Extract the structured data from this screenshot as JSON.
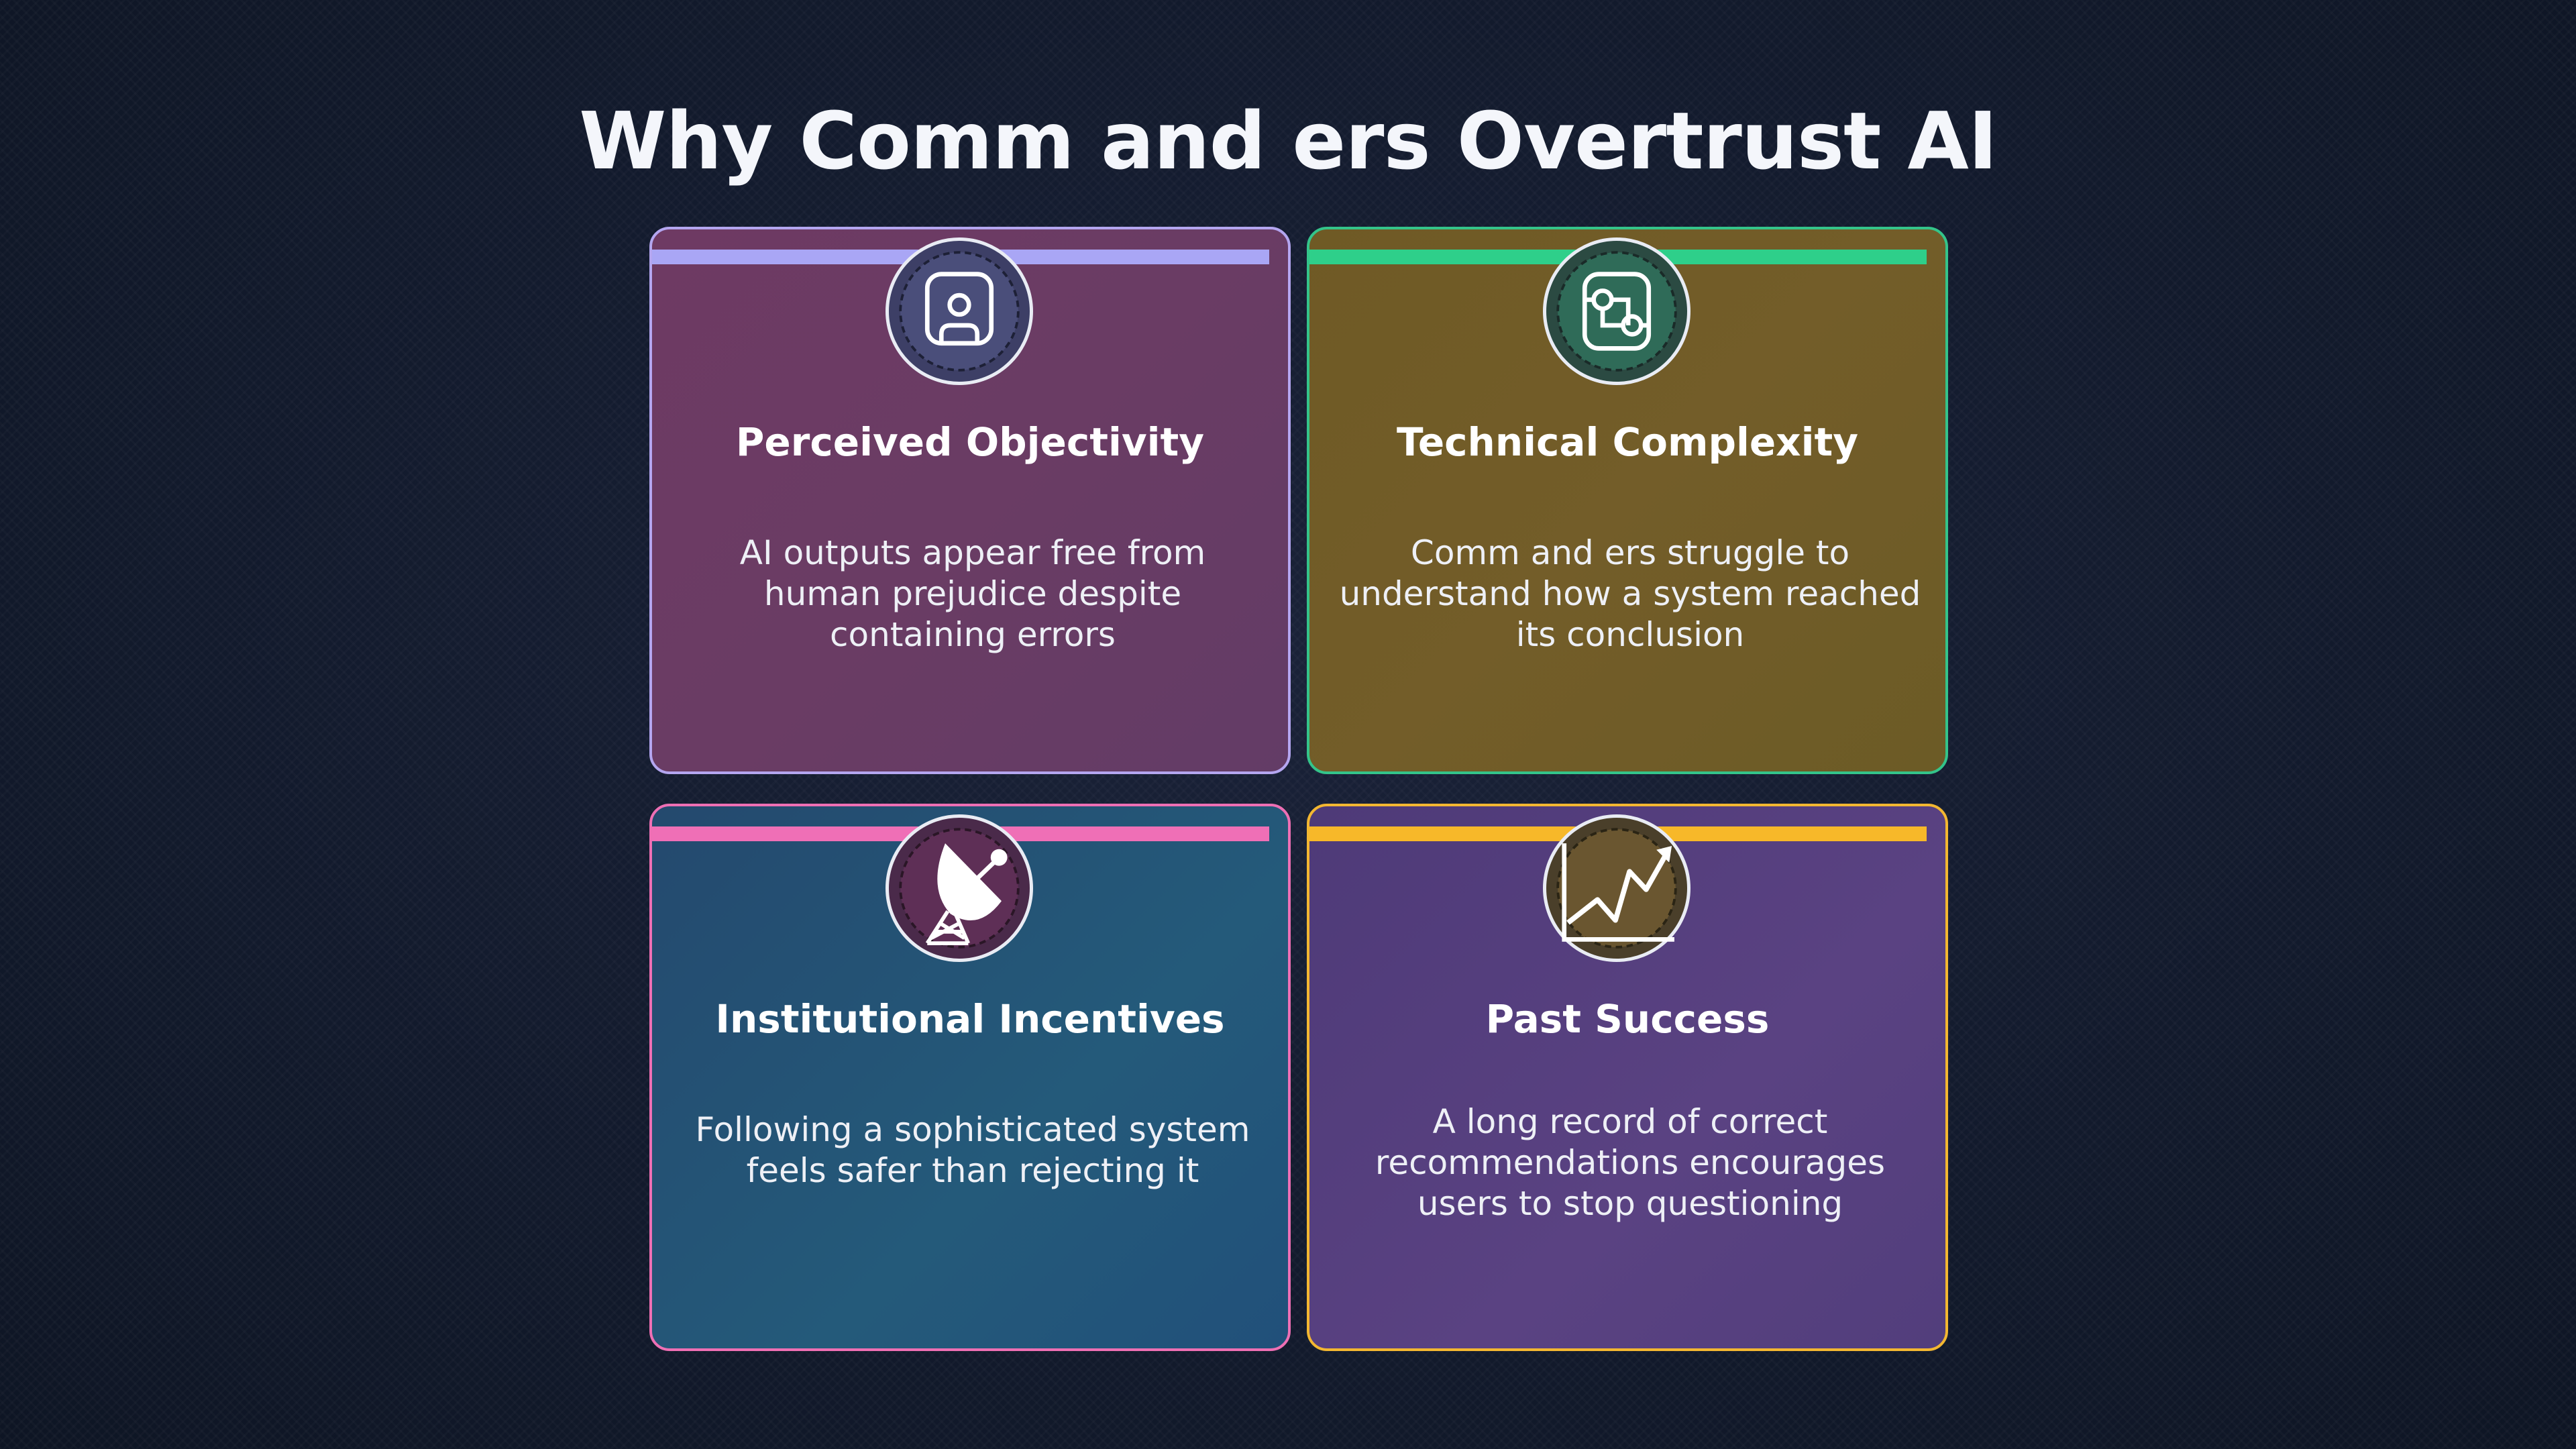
{
  "title": "Why Comm and ers Overtrust AI",
  "cards": [
    {
      "title": "Perceived Objectivity",
      "body": "AI outputs appear free from human prejudice despite containing errors",
      "icon": "person-frame-icon",
      "accent": "#a9a6f5",
      "border": "#b4a6f0",
      "background": "#6b3b63"
    },
    {
      "title": "Technical Complexity",
      "body": "Comm and ers struggle to understand how a system reached its conclusion",
      "icon": "circuit-nodes-icon",
      "accent": "#2ecf8a",
      "border": "#34c48a",
      "background": "#715b27"
    },
    {
      "title": "Institutional Incentives",
      "body": "Following a sophisticated system feels safer than rejecting it",
      "icon": "satellite-dish-icon",
      "accent": "#ef6fb6",
      "border": "#ee6fb4",
      "background": "#24557a"
    },
    {
      "title": "Past Success",
      "body": "A long record of correct recommendations encourages users to stop questioning",
      "icon": "trend-up-chart-icon",
      "accent": "#f7b829",
      "border": "#f3b731",
      "background": "#553f7e"
    }
  ]
}
